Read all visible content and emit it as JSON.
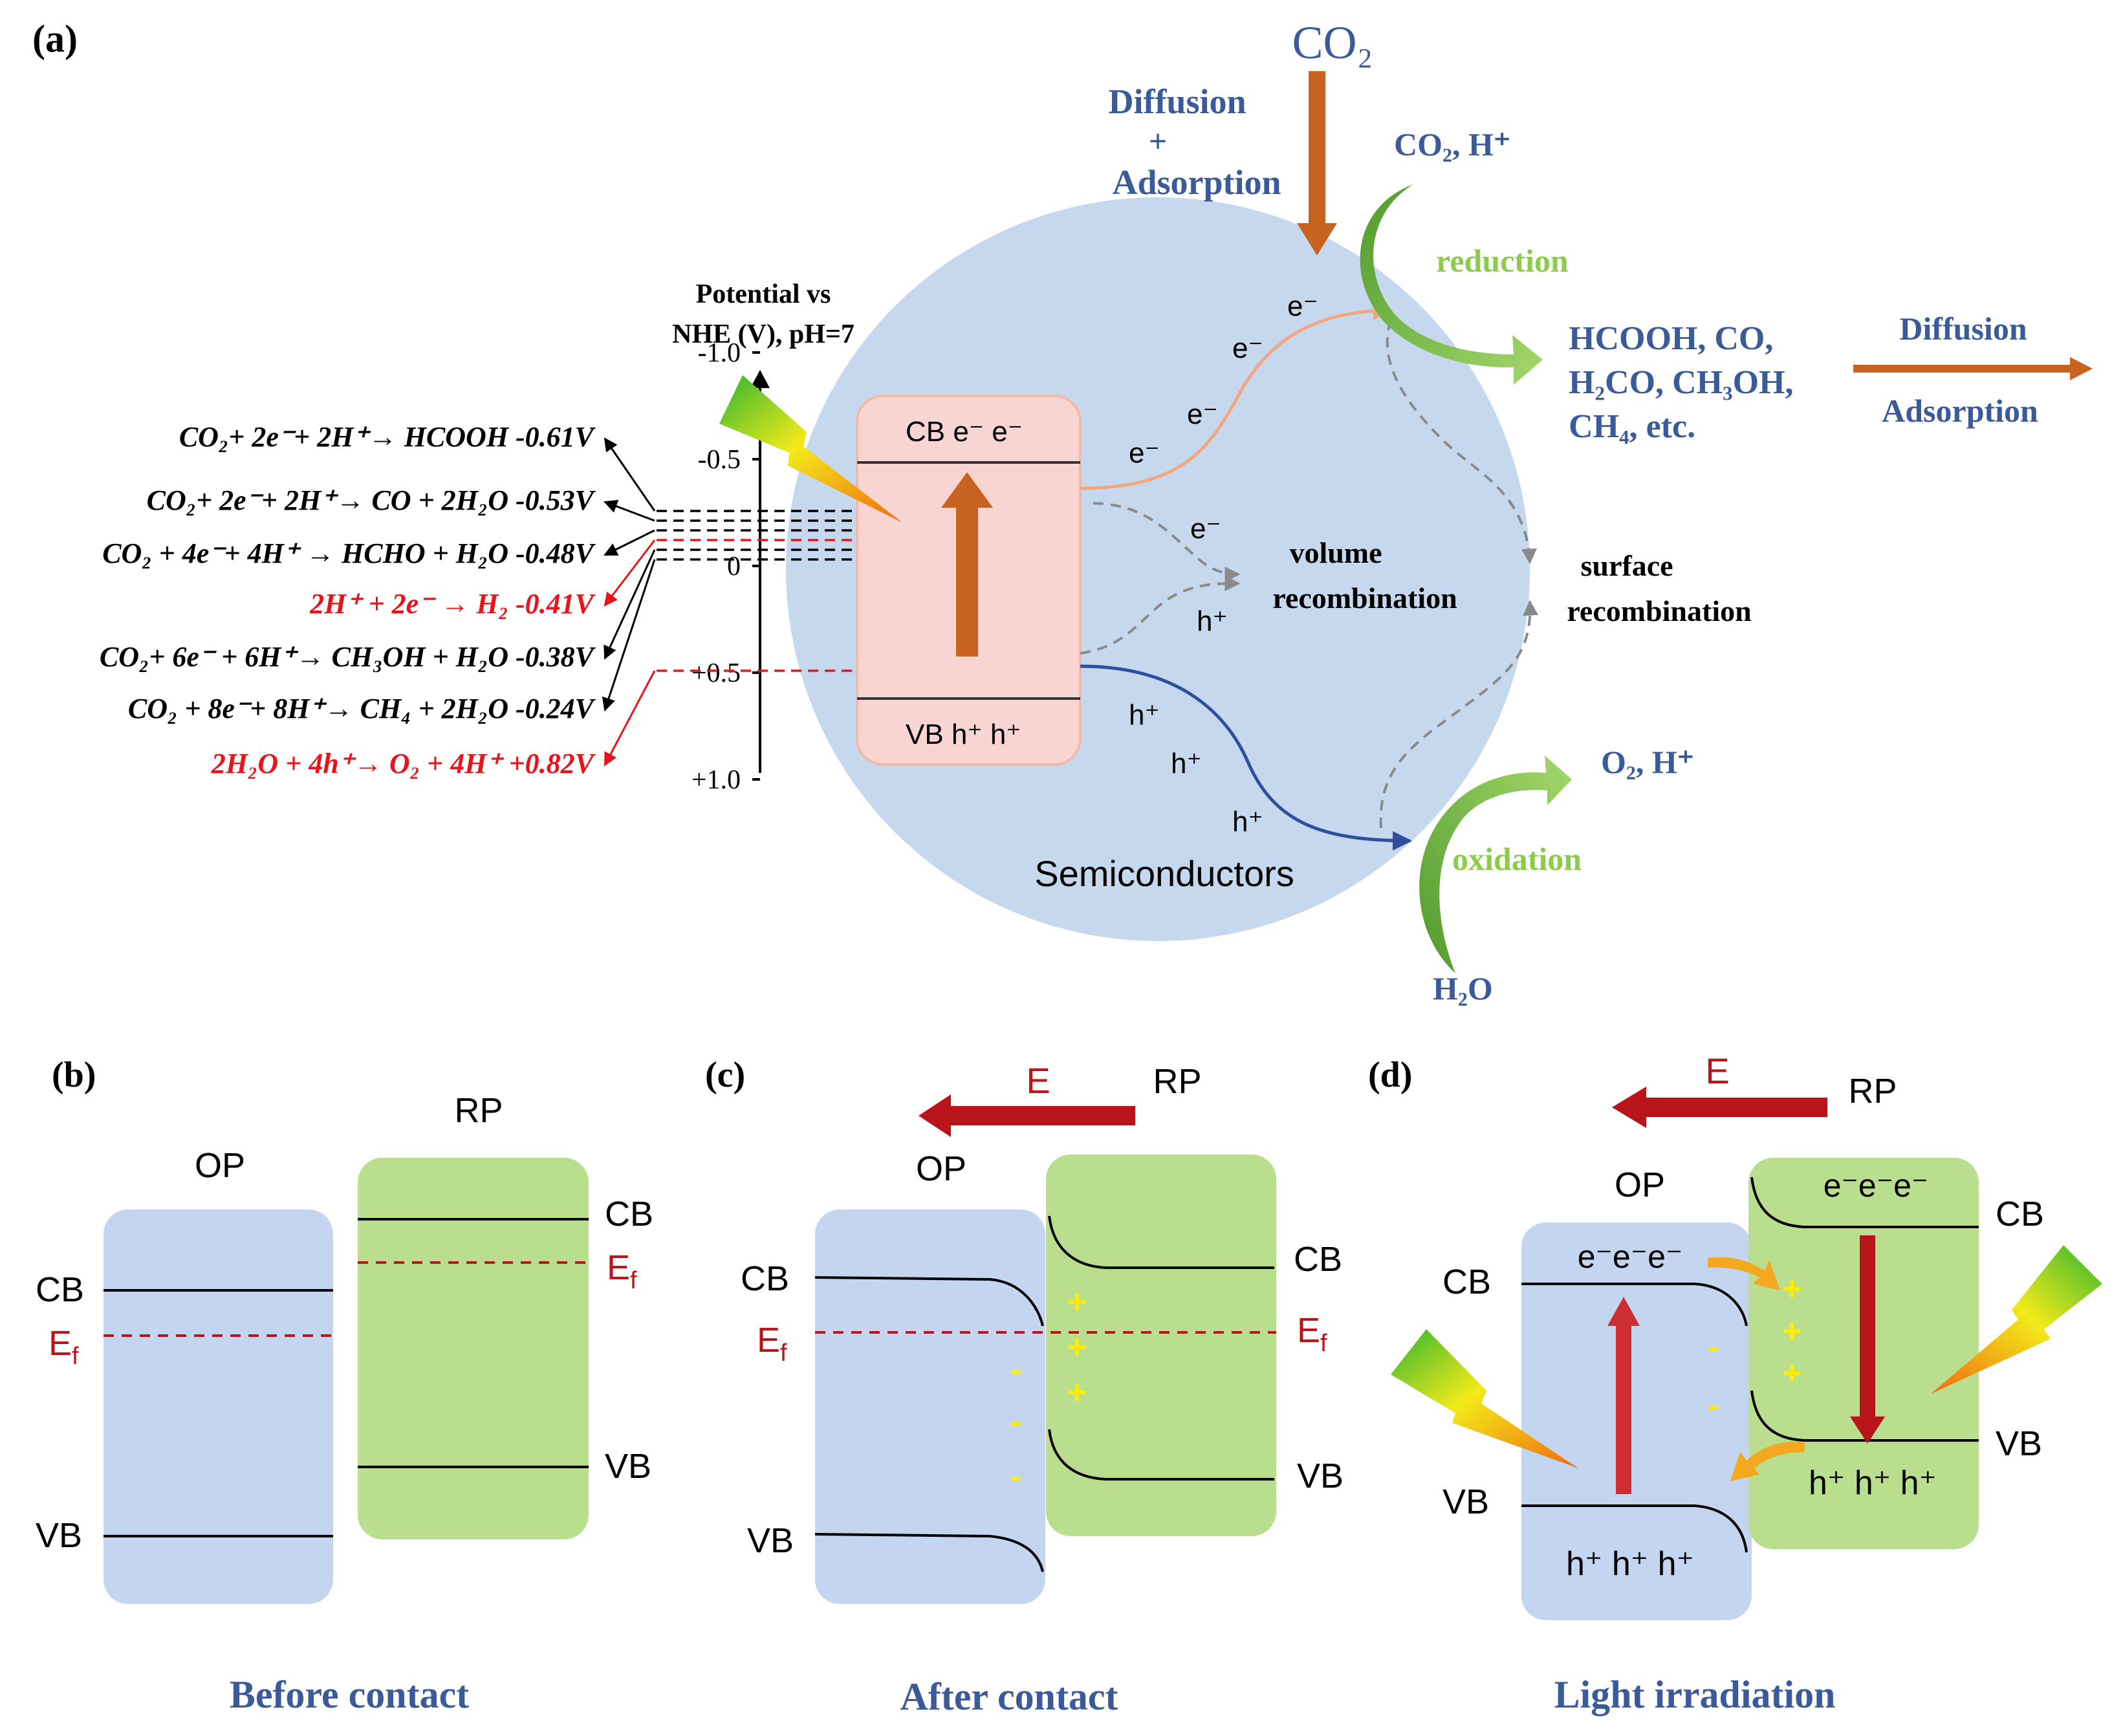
{
  "colors": {
    "navy": "#3a5a9a",
    "circle": "#c5d8ee",
    "pink_box": "#f8d5d3",
    "blue_box": "#c4d6ef",
    "green_box": "#b9de8e",
    "orange_arrow": "#c8621f",
    "dark_red_arrow": "#b8141a",
    "light_green_text": "#8ccc4a",
    "red_text": "#e8141a",
    "yellow_sign": "#ffee00",
    "electron_path": "#f4a77c",
    "hole_path": "#2e4f9c",
    "gray_dash": "#8a8a8a"
  },
  "panel_a": {
    "label": "(a)",
    "potential_axis": {
      "title_line1": "Potential vs",
      "title_line2": "NHE (V), pH=7",
      "ticks": [
        "-1.0",
        "-0.5",
        "0",
        "+0.5",
        "+1.0"
      ],
      "tick_values": [
        -1.0,
        -0.5,
        0,
        0.5,
        1.0
      ]
    },
    "reactions": [
      {
        "text": "CO₂+ 2e⁻+ 2H⁺→ HCOOH  -0.61V",
        "potential": -0.61,
        "color": "black"
      },
      {
        "text": "CO₂+ 2e⁻+ 2H⁺→ CO + 2H₂O  -0.53V",
        "potential": -0.53,
        "color": "black"
      },
      {
        "text": "CO₂ + 4e⁻+ 4H⁺ → HCHO + H₂O  -0.48V",
        "potential": -0.48,
        "color": "black"
      },
      {
        "text": "2H⁺ + 2e⁻ → H₂  -0.41V",
        "potential": -0.41,
        "color": "red"
      },
      {
        "text": "CO₂+ 6e⁻ + 6H⁺→ CH₃OH + H₂O  -0.38V",
        "potential": -0.38,
        "color": "black"
      },
      {
        "text": "CO₂ + 8e⁻+ 8H⁺→ CH₄ + 2H₂O  -0.24V",
        "potential": -0.24,
        "color": "black"
      },
      {
        "text": "2H₂O + 4h⁺→ O₂ + 4H⁺  +0.82V",
        "potential": 0.82,
        "color": "red"
      }
    ],
    "band": {
      "cb_label": "CB  e⁻ e⁻",
      "vb_label": "VB h⁺ h⁺"
    },
    "semiconductors_label": "Semiconductors",
    "co2_label": "CO₂",
    "diffusion_line1": "Diffusion",
    "diffusion_plus": "+",
    "diffusion_line2": "Adsorption",
    "co2_h_label": "CO₂, H⁺",
    "reduction_label": "reduction",
    "products_line1": "HCOOH, CO,",
    "products_line2": "H₂CO, CH₃OH,",
    "products_line3": "CH₄, etc.",
    "diffusion_right_top": "Diffusion",
    "diffusion_right_bottom": "Adsorption",
    "electron_label": "e⁻",
    "hole_label": "h⁺",
    "volume_rec_line1": "volume",
    "volume_rec_line2": "recombination",
    "surface_rec_line1": "surface",
    "surface_rec_line2": "recombination",
    "o2_h_label": "O₂, H⁺",
    "oxidation_label": "oxidation",
    "h2o_label": "H₂O"
  },
  "panel_b": {
    "label": "(b)",
    "op": "OP",
    "rp": "RP",
    "cb": "CB",
    "vb": "VB",
    "ef": "E",
    "ef_sub": "f",
    "caption": "Before contact"
  },
  "panel_c": {
    "label": "(c)",
    "op": "OP",
    "rp": "RP",
    "cb": "CB",
    "vb": "VB",
    "ef": "E",
    "ef_sub": "f",
    "field": "E",
    "plus": "+",
    "minus": "-",
    "caption": "After contact"
  },
  "panel_d": {
    "label": "(d)",
    "op": "OP",
    "rp": "RP",
    "cb": "CB",
    "vb": "VB",
    "field": "E",
    "electrons": "e⁻e⁻e⁻",
    "holes": "h⁺ h⁺ h⁺",
    "plus": "+",
    "minus": "-",
    "caption": "Light irradiation"
  }
}
